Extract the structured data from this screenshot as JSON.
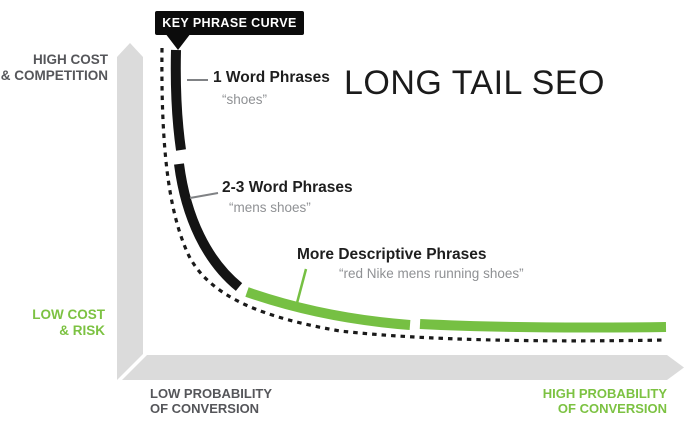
{
  "colors": {
    "green": "#76C043",
    "green_text": "#7CC242",
    "gray_text": "#55565A",
    "muted_gray_text": "#8F9194",
    "black": "#141414",
    "beam_gray": "#DBDBDB",
    "badge_bg": "#0B0B0B",
    "badge_text": "#FFFFFF"
  },
  "badge": {
    "label": "KEY PHRASE CURVE"
  },
  "title": "LONG TAIL SEO",
  "axis_labels": {
    "high_cost": {
      "line1": "HIGH COST",
      "line2": "& COMPETITION"
    },
    "low_cost": {
      "line1": "LOW COST",
      "line2": "& RISK"
    },
    "low_probability": {
      "line1": "LOW PROBABILITY",
      "line2": "OF CONVERSION"
    },
    "high_probability": {
      "line1": "HIGH PROBABILITY",
      "line2": "OF CONVERSION"
    }
  },
  "curve_annotations": {
    "one_word": {
      "label": "1 Word Phrases",
      "example": "“shoes”"
    },
    "two_three_word": {
      "label": "2-3 Word Phrases",
      "example": "“mens shoes”"
    },
    "descriptive": {
      "label": "More Descriptive Phrases",
      "example": "“red Nike mens running shoes”"
    }
  }
}
